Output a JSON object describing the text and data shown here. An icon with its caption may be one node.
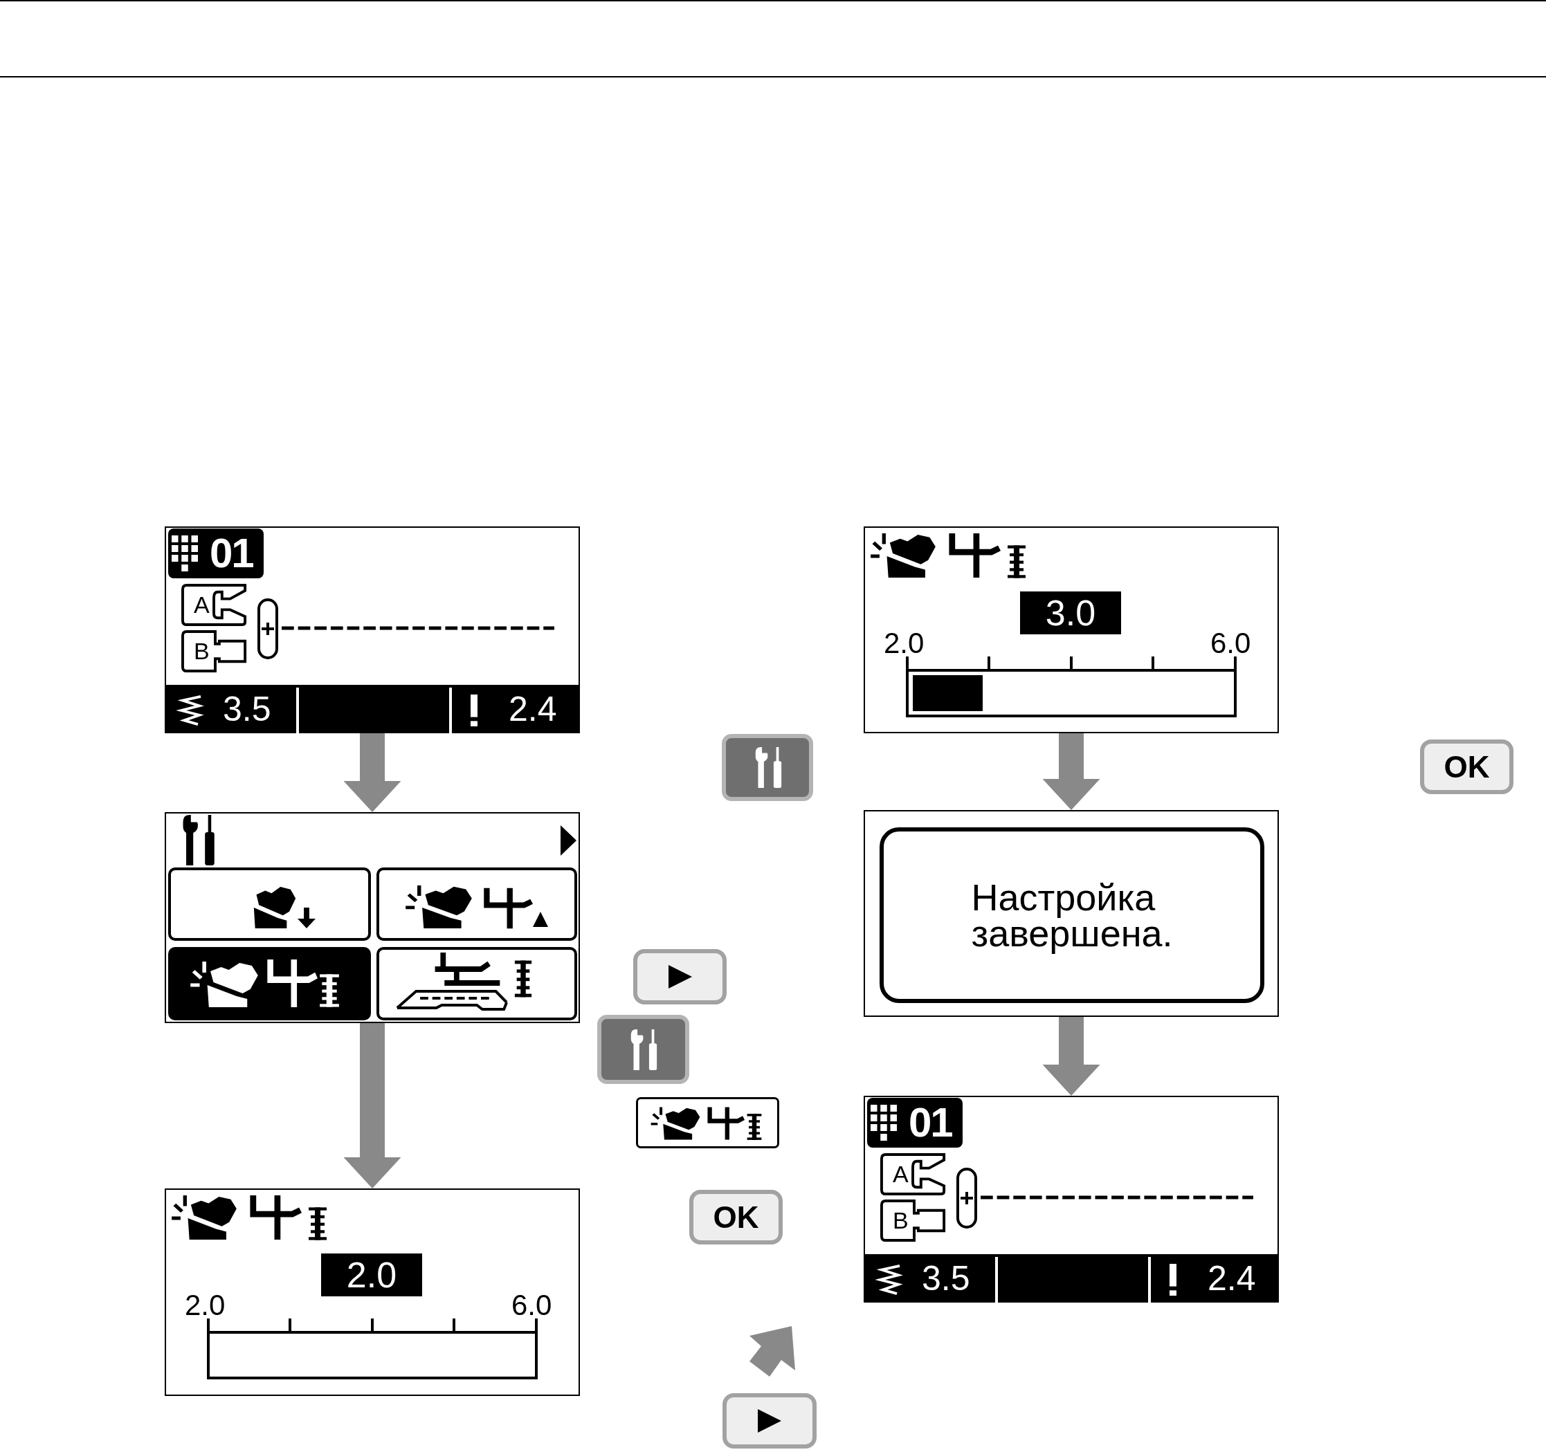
{
  "diagram": {
    "nodes": [
      {
        "text": [
          "01",
          "A",
          "B",
          "3.5",
          "2.4"
        ]
      },
      {
        "text": [],
        "shape": "box"
      },
      {
        "text": [
          "2.0",
          "2.0",
          "6.0"
        ]
      },
      {
        "text": [],
        "shape": "box"
      },
      {
        "text": [],
        "shape": "box"
      },
      {
        "text": [],
        "shape": "box"
      },
      {
        "text": [],
        "shape": "box"
      },
      {
        "text": [
          "OK"
        ]
      },
      {
        "text": [],
        "shape": "box"
      },
      {
        "text": [
          "3.0",
          "2.0",
          "6.0"
        ]
      },
      {
        "text": [],
        "shape": "box"
      },
      {
        "text": [
          "Настройка завершена."
        ],
        "in": 10
      },
      {
        "text": [
          "01",
          "A",
          "B",
          "3.5",
          "2.4"
        ]
      },
      {
        "text": [
          "OK"
        ]
      }
    ],
    "edges": [
      {
        "from": 0,
        "to": 1,
        "arrow": "to"
      },
      {
        "from": 1,
        "to": 2,
        "arrow": "to"
      },
      {
        "from": 9,
        "to": 10,
        "arrow": "to"
      },
      {
        "from": 10,
        "to": 12,
        "arrow": "to"
      }
    ]
  }
}
